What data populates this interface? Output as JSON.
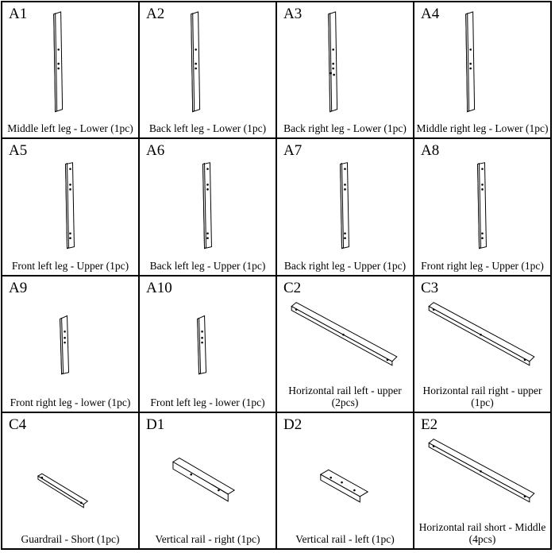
{
  "parts": [
    {
      "code": "A1",
      "caption": "Middle left leg - Lower (1pc)",
      "shape": "leg-tall",
      "icon": "middle-left-leg-lower-drawing"
    },
    {
      "code": "A2",
      "caption": "Back left leg - Lower (1pc)",
      "shape": "leg-tall",
      "icon": "back-left-leg-lower-drawing"
    },
    {
      "code": "A3",
      "caption": "Back right leg - Lower (1pc)",
      "shape": "leg-tall",
      "icon": "back-right-leg-lower-drawing"
    },
    {
      "code": "A4",
      "caption": "Middle right leg - Lower (1pc)",
      "shape": "leg-tall",
      "icon": "middle-right-leg-lower-drawing"
    },
    {
      "code": "A5",
      "caption": "Front left leg - Upper (1pc)",
      "shape": "leg-mid",
      "icon": "front-left-leg-upper-drawing"
    },
    {
      "code": "A6",
      "caption": "Back left leg - Upper (1pc)",
      "shape": "leg-mid",
      "icon": "back-left-leg-upper-drawing"
    },
    {
      "code": "A7",
      "caption": "Back right leg - Upper (1pc)",
      "shape": "leg-mid",
      "icon": "back-right-leg-upper-drawing"
    },
    {
      "code": "A8",
      "caption": "Front right leg - Upper (1pc)",
      "shape": "leg-mid",
      "icon": "front-right-leg-upper-drawing"
    },
    {
      "code": "A9",
      "caption": "Front right leg - lower (1pc)",
      "shape": "leg-short",
      "icon": "front-right-leg-lower-drawing"
    },
    {
      "code": "A10",
      "caption": "Front left leg - lower (1pc)",
      "shape": "leg-short",
      "icon": "front-left-leg-lower-drawing"
    },
    {
      "code": "C2",
      "caption": "Horizontal rail left - upper\n(2pcs)",
      "shape": "rail-long",
      "icon": "horizontal-rail-left-upper-drawing"
    },
    {
      "code": "C3",
      "caption": "Horizontal rail right - upper\n(1pc)",
      "shape": "rail-long",
      "icon": "horizontal-rail-right-upper-drawing"
    },
    {
      "code": "C4",
      "caption": "Guardrail - Short (1pc)",
      "shape": "rail-short",
      "icon": "guardrail-short-drawing"
    },
    {
      "code": "D1",
      "caption": "Vertical rail - right (1pc)",
      "shape": "slotted",
      "icon": "vertical-rail-right-drawing"
    },
    {
      "code": "D2",
      "caption": "Vertical rail - left (1pc)",
      "shape": "block",
      "icon": "vertical-rail-left-drawing"
    },
    {
      "code": "E2",
      "caption": "Horizontal rail short - Middle\n(4pcs)",
      "shape": "rail-long",
      "icon": "horizontal-rail-short-middle-drawing"
    }
  ]
}
